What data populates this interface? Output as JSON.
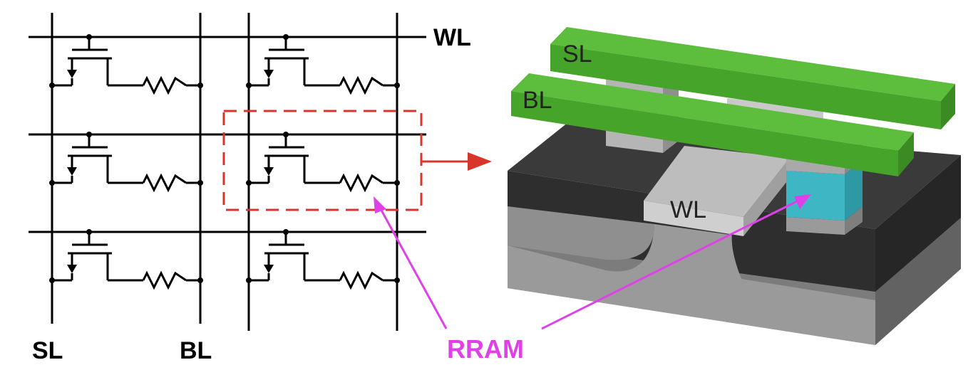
{
  "schematic": {
    "wl_label": "WL",
    "sl_label": "SL",
    "bl_label": "BL",
    "rows": 3,
    "columns": 2
  },
  "device_3d": {
    "sl_label": "SL",
    "bl_label": "BL",
    "wl_label": "WL"
  },
  "callout": {
    "rram_label": "RRAM"
  },
  "colors": {
    "wire": "#000000",
    "selection_box": "#d9362b",
    "pointer_arrow": "#e040e8",
    "metal_green": "#4caf30",
    "substrate_dark": "#3a3a3a",
    "substrate_grey": "#9a9a9a",
    "gate_grey": "#c8c8c8",
    "rram_cyan": "#3fb6c4"
  }
}
